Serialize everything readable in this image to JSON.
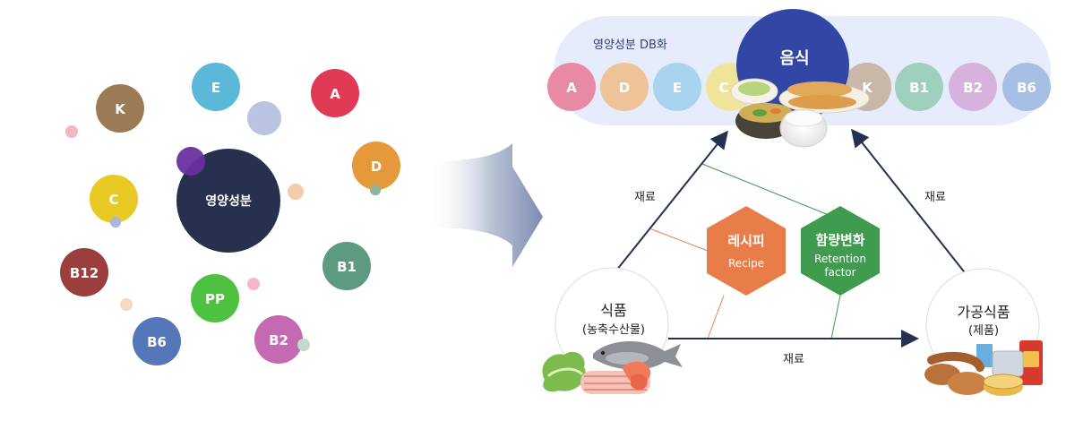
{
  "left_cluster": {
    "center_label": "영양성분",
    "vitamins": [
      {
        "label": "K",
        "color": "#9b7b55"
      },
      {
        "label": "E",
        "color": "#5bb8d8"
      },
      {
        "label": "A",
        "color": "#e13a57"
      },
      {
        "label": "D",
        "color": "#e6993a"
      },
      {
        "label": "C",
        "color": "#e9c924"
      },
      {
        "label": "B1",
        "color": "#5d9a80"
      },
      {
        "label": "B12",
        "color": "#9a3e3e"
      },
      {
        "label": "PP",
        "color": "#4ec240"
      },
      {
        "label": "B6",
        "color": "#5577b9"
      },
      {
        "label": "B2",
        "color": "#c46ab2"
      }
    ]
  },
  "db_panel": {
    "label": "영양성분 DB화",
    "food_title": "음식",
    "items": [
      {
        "label": "A",
        "color": "#e88aa3"
      },
      {
        "label": "D",
        "color": "#efc398"
      },
      {
        "label": "E",
        "color": "#a9d4ef"
      },
      {
        "label": "C",
        "color": "#efe59a"
      },
      {
        "label": "K",
        "color": "#c8b8a8"
      },
      {
        "label": "B1",
        "color": "#9fd0bd"
      },
      {
        "label": "B2",
        "color": "#d7b2dc"
      },
      {
        "label": "B6",
        "color": "#a7bfe4"
      }
    ]
  },
  "diagram": {
    "ingredient_left": "재료",
    "ingredient_right": "재료",
    "ingredient_bottom": "재료",
    "recipe_title": "레시피",
    "recipe_sub": "Recipe",
    "retention_title": "함량변화",
    "retention_sub_line1": "Retention",
    "retention_sub_line2": "factor",
    "raw_food_title": "식품",
    "raw_food_sub": "(농축수산물)",
    "processed_title": "가공식품",
    "processed_sub": "(제품)"
  },
  "colors": {
    "navy": "#253152",
    "food_blue": "#3247a5",
    "panel_bg": "#e6ecfb",
    "recipe": "#e87d4a",
    "retention": "#3f9b4e"
  }
}
